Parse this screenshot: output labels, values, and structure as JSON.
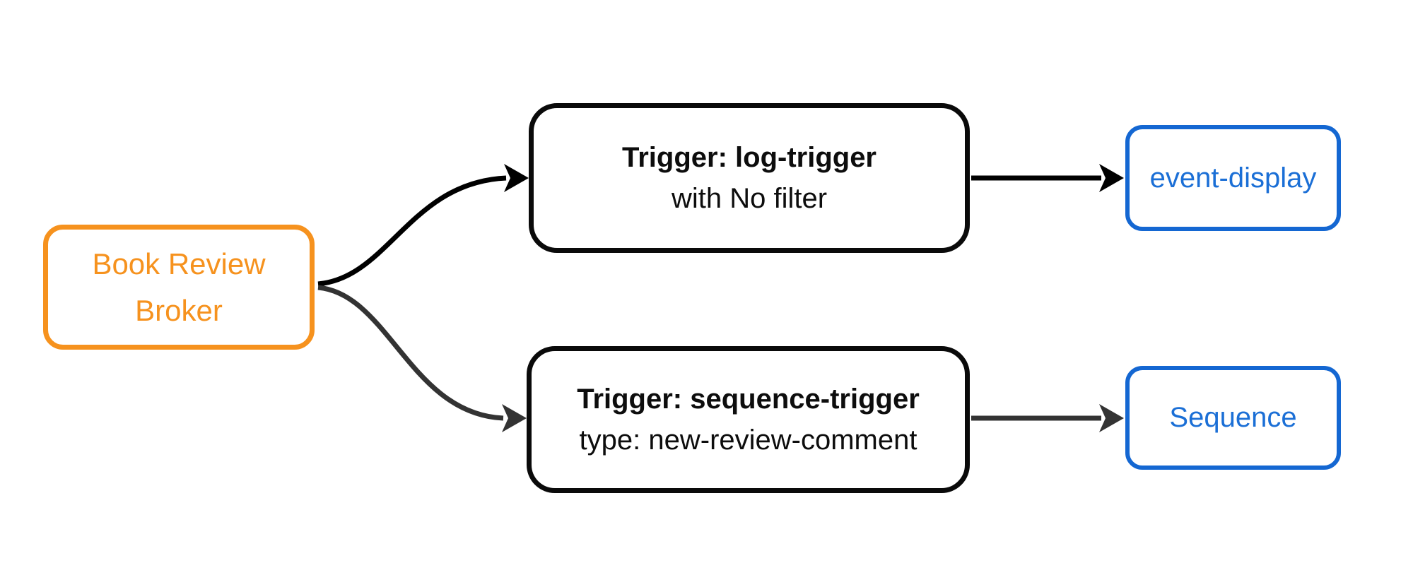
{
  "diagram": {
    "type": "flowchart-left-to-right",
    "background": "#FFFFFF",
    "nodes": {
      "broker": {
        "label": "Book Review Broker",
        "border_color": "#F6921E",
        "text_color": "#F6921E"
      },
      "log_trigger": {
        "title": "Trigger: log-trigger",
        "subtitle": "with No filter",
        "border_color": "#0A0A0A",
        "text_color": "#0D0D0D"
      },
      "sequence_trigger": {
        "title": "Trigger: sequence-trigger",
        "subtitle": "type: new-review-comment",
        "border_color": "#0A0A0A",
        "text_color": "#0D0D0D"
      },
      "event_display": {
        "label": "event-display",
        "border_color": "#1467D2",
        "text_color": "#1B6FD6"
      },
      "sequence": {
        "label": "Sequence",
        "border_color": "#1467D2",
        "text_color": "#1B6FD6"
      }
    },
    "edges": [
      {
        "from": "broker",
        "to": "log_trigger",
        "style": "curved",
        "color": "#000000"
      },
      {
        "from": "broker",
        "to": "sequence_trigger",
        "style": "curved",
        "color": "#333333"
      },
      {
        "from": "log_trigger",
        "to": "event_display",
        "style": "straight",
        "color": "#000000"
      },
      {
        "from": "sequence_trigger",
        "to": "sequence",
        "style": "straight",
        "color": "#333333"
      }
    ]
  }
}
